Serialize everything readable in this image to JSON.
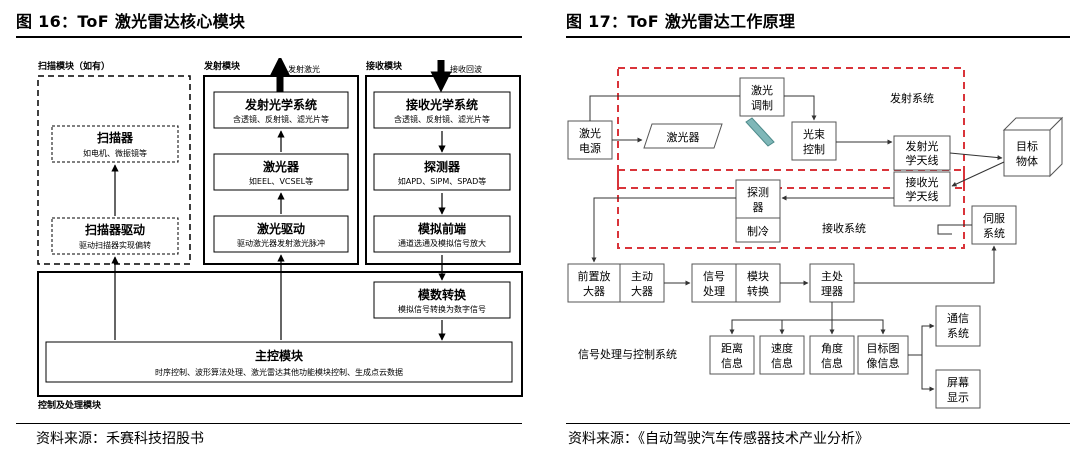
{
  "left": {
    "title": "图 16：ToF 激光雷达核心模块",
    "source": "资料来源：禾赛科技招股书",
    "scanner_module_title": "扫描模块（如有）",
    "scanner": {
      "label": "扫描器",
      "sub": "如电机、微振镜等"
    },
    "scanner_driver": {
      "label": "扫描器驱动",
      "sub": "驱动扫描器实现偏转"
    },
    "tx_module_title": "发射模块",
    "tx_arrow_label": "发射激光",
    "tx_optics": {
      "label": "发射光学系统",
      "sub": "含透镜、反射镜、滤光片等"
    },
    "laser": {
      "label": "激光器",
      "sub": "如EEL、VCSEL等"
    },
    "laser_driver": {
      "label": "激光驱动",
      "sub": "驱动激光器发射激光脉冲"
    },
    "rx_module_title": "接收模块",
    "rx_arrow_label": "接收回波",
    "rx_optics": {
      "label": "接收光学系统",
      "sub": "含透镜、反射镜、滤光片等"
    },
    "detector": {
      "label": "探测器",
      "sub": "如APD、SiPM、SPAD等"
    },
    "afe": {
      "label": "模拟前端",
      "sub": "通道选通及模拟信号放大"
    },
    "adc": {
      "label": "模数转换",
      "sub": "模拟信号转换为数字信号"
    },
    "main_control": {
      "label": "主控模块",
      "sub": "时序控制、波形算法处理、激光雷达其他功能模块控制、生成点云数据"
    },
    "control_module_title": "控制及处理模块"
  },
  "right": {
    "title": "图 17：ToF 激光雷达工作原理",
    "source": "资料来源：《自动驾驶汽车传感器技术产业分析》",
    "tx_system": "发射系统",
    "rx_system": "接收系统",
    "signal_system": "信号处理与控制系统",
    "laser_power": [
      "激光",
      "电源"
    ],
    "laser_mod": [
      "激光",
      "调制"
    ],
    "laser_device": "激光器",
    "beam_ctrl": [
      "光束",
      "控制"
    ],
    "tx_antenna": [
      "发射光",
      "学天线"
    ],
    "rx_antenna": [
      "接收光",
      "学天线"
    ],
    "target": [
      "目标",
      "物体"
    ],
    "detector": [
      "探测",
      "器"
    ],
    "cooling": "制冷",
    "servo": [
      "伺服",
      "系统"
    ],
    "preamp": [
      "前置放",
      "大器"
    ],
    "mainamp": [
      "主动",
      "大器"
    ],
    "sigproc": [
      "信号",
      "处理"
    ],
    "adc": [
      "模块",
      "转换"
    ],
    "mainproc": [
      "主处",
      "理器"
    ],
    "comm": [
      "通信",
      "系统"
    ],
    "dist": [
      "距离",
      "信息"
    ],
    "speed": [
      "速度",
      "信息"
    ],
    "angle": [
      "角度",
      "信息"
    ],
    "image": [
      "目标图",
      "像信息"
    ],
    "screen": [
      "屏幕",
      "显示"
    ]
  }
}
